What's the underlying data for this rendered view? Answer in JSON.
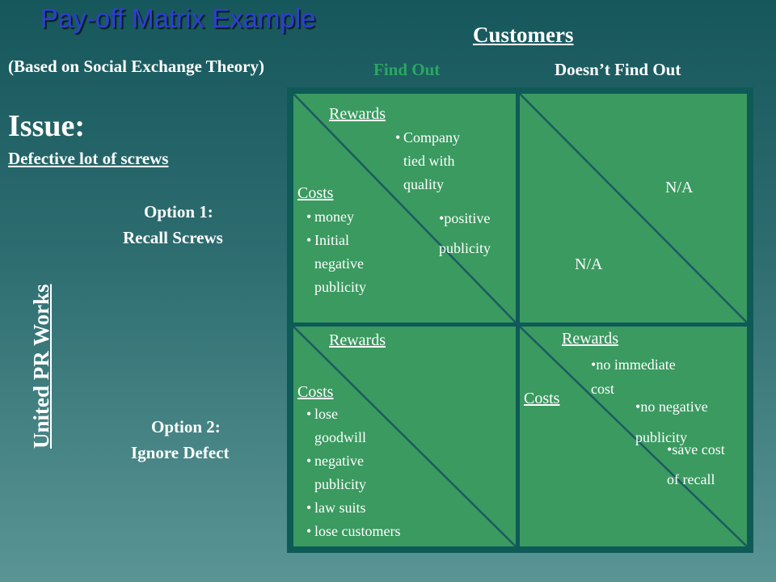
{
  "title": "Pay-off Matrix Example",
  "subtitle": "(Based on Social Exchange Theory)",
  "issue_heading": "Issue:",
  "issue_text": "Defective lot of screws",
  "customers": "Customers",
  "col_find_out": "Find Out",
  "col_doesnt_find_out": "Doesn’t Find Out",
  "colors": {
    "find_out": "#2aa860",
    "cell": "#3a9a60",
    "frame": "#0e5a57",
    "title": "#2f3ed0"
  },
  "option1": {
    "line1": "Option 1:",
    "line2": "Recall Screws"
  },
  "option2": {
    "line1": "Option 2:",
    "line2": "Ignore Defect"
  },
  "row_axis": "United PR Works",
  "cells": {
    "tl": {
      "rewards_label": "Rewards",
      "rewards": [
        "Company",
        "tied with",
        "quality"
      ],
      "rewards2": [
        "positive",
        "publicity"
      ],
      "costs_label": "Costs",
      "costs": [
        "money",
        "Initial",
        "negative",
        "publicity"
      ]
    },
    "tr": {
      "na_top": "N/A",
      "na_bottom": "N/A"
    },
    "bl": {
      "rewards_label": "Rewards",
      "costs_label": "Costs",
      "costs": [
        "lose",
        "goodwill",
        "negative",
        "publicity",
        "law suits",
        "lose customers"
      ]
    },
    "br": {
      "rewards_label": "Rewards",
      "costs_label": "Costs",
      "rewards": [
        "no immediate",
        "cost"
      ],
      "rewards2": [
        "no negative",
        "publicity"
      ],
      "rewards3": [
        "save cost",
        "of recall"
      ]
    }
  }
}
